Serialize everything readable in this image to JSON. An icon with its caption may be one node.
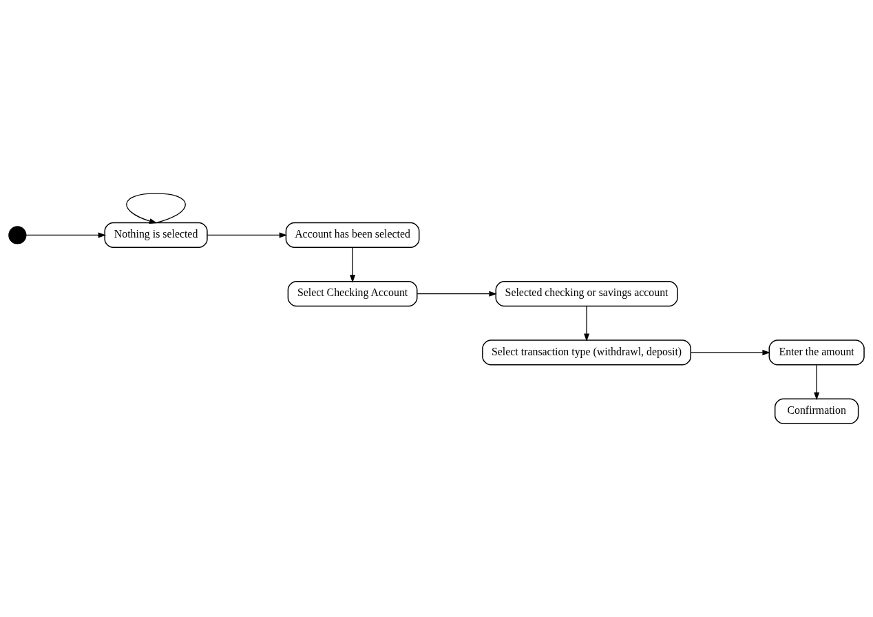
{
  "diagram": {
    "nodes": [
      {
        "text": [],
        "shape": "circle"
      },
      {
        "text": [
          "Nothing is selected"
        ]
      },
      {
        "text": [
          "Account has been selected"
        ]
      },
      {
        "text": [
          "Selected checking or savings account"
        ]
      },
      {
        "text": [
          "Select Checking Account"
        ]
      },
      {
        "text": [
          "Select transaction type (withdrawl, deposit)"
        ]
      },
      {
        "text": [
          "Enter the amount"
        ]
      },
      {
        "text": [
          "Confirmation"
        ]
      }
    ],
    "edges": [
      {
        "from": 0,
        "to": 1,
        "arrow": "to"
      },
      {
        "from": 1,
        "to": 1,
        "arrow": "to"
      },
      {
        "from": 1,
        "to": 2,
        "arrow": "to"
      },
      {
        "from": 2,
        "to": 4,
        "arrow": "to"
      },
      {
        "from": 4,
        "to": 3,
        "arrow": "to"
      },
      {
        "from": 3,
        "to": 5,
        "arrow": "to"
      },
      {
        "from": 5,
        "to": 6,
        "arrow": "to"
      },
      {
        "from": 6,
        "to": 7,
        "arrow": "to"
      }
    ]
  }
}
